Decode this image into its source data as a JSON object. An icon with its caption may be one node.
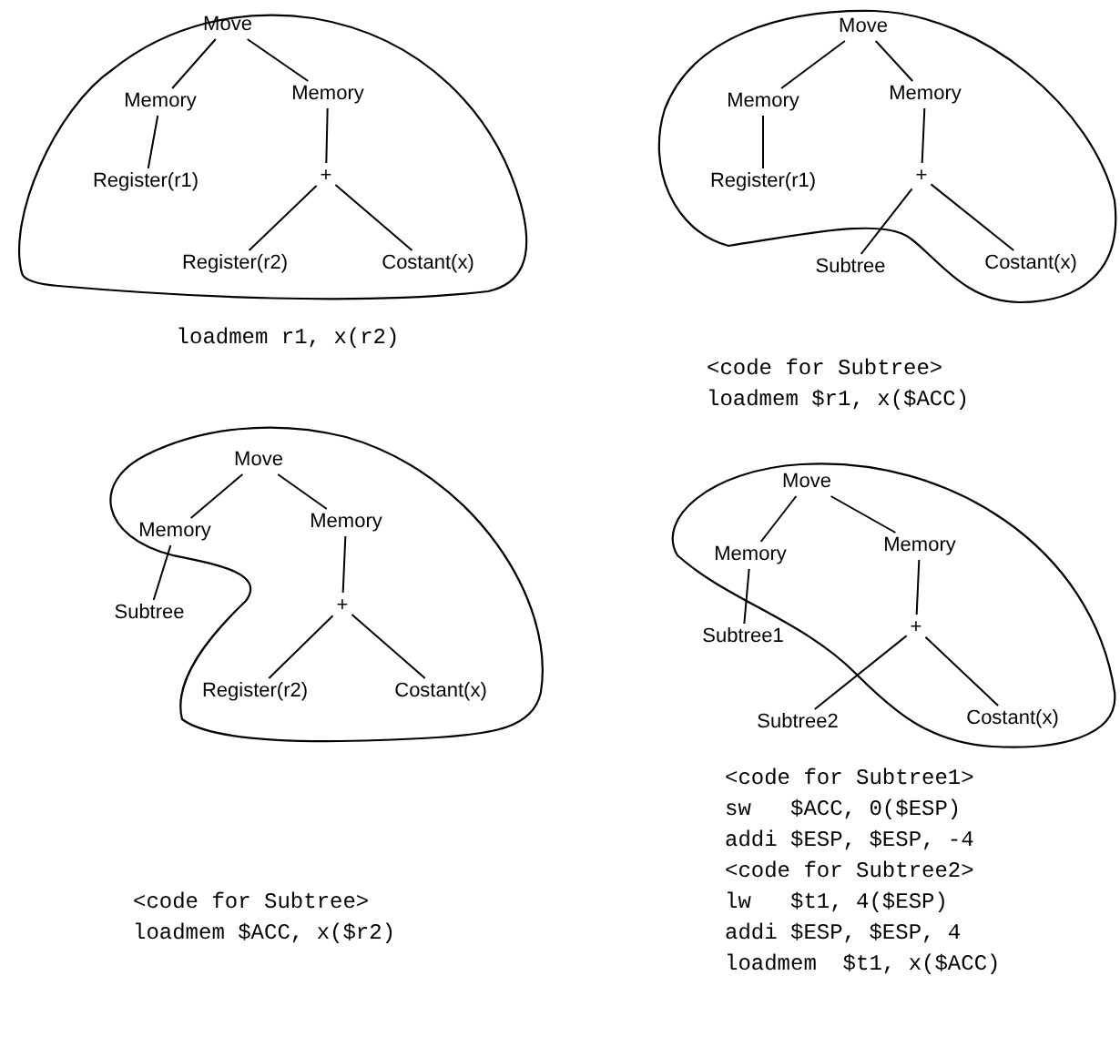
{
  "diagram": {
    "nodes": [
      {
        "text": [
          "Move"
        ]
      },
      {
        "text": [
          "Memory"
        ]
      },
      {
        "text": [
          "Memory"
        ]
      },
      {
        "text": [
          "Register(r1)"
        ]
      },
      {
        "text": [
          "+"
        ]
      },
      {
        "text": [
          "Register(r2)"
        ]
      },
      {
        "text": [
          "Costant(x)"
        ]
      },
      {
        "text": [
          "Move"
        ]
      },
      {
        "text": [
          "Memory"
        ]
      },
      {
        "text": [
          "Memory"
        ]
      },
      {
        "text": [
          "Register(r1)"
        ]
      },
      {
        "text": [
          "+"
        ]
      },
      {
        "text": [
          "Subtree"
        ]
      },
      {
        "text": [
          "Costant(x)"
        ]
      },
      {
        "text": [
          "Move"
        ]
      },
      {
        "text": [
          "Memory"
        ]
      },
      {
        "text": [
          "Memory"
        ]
      },
      {
        "text": [
          "Subtree"
        ]
      },
      {
        "text": [
          "+"
        ]
      },
      {
        "text": [
          "Register(r2)"
        ]
      },
      {
        "text": [
          "Costant(x)"
        ]
      },
      {
        "text": [
          "Move"
        ]
      },
      {
        "text": [
          "Memory"
        ]
      },
      {
        "text": [
          "Memory"
        ]
      },
      {
        "text": [
          "Subtree1"
        ]
      },
      {
        "text": [
          "+"
        ]
      },
      {
        "text": [
          "Subtree2"
        ]
      },
      {
        "text": [
          "Costant(x)"
        ]
      }
    ],
    "edges": [
      {
        "from": 0,
        "to": 1,
        "arrow": "none"
      },
      {
        "from": 0,
        "to": 2,
        "arrow": "none"
      },
      {
        "from": 1,
        "to": 3,
        "arrow": "none"
      },
      {
        "from": 2,
        "to": 4,
        "arrow": "none"
      },
      {
        "from": 4,
        "to": 5,
        "arrow": "none"
      },
      {
        "from": 4,
        "to": 6,
        "arrow": "none"
      },
      {
        "from": 7,
        "to": 8,
        "arrow": "none"
      },
      {
        "from": 7,
        "to": 9,
        "arrow": "none"
      },
      {
        "from": 8,
        "to": 10,
        "arrow": "none"
      },
      {
        "from": 9,
        "to": 11,
        "arrow": "none"
      },
      {
        "from": 11,
        "to": 12,
        "arrow": "none"
      },
      {
        "from": 11,
        "to": 13,
        "arrow": "none"
      },
      {
        "from": 14,
        "to": 15,
        "arrow": "none"
      },
      {
        "from": 14,
        "to": 16,
        "arrow": "none"
      },
      {
        "from": 15,
        "to": 17,
        "arrow": "none"
      },
      {
        "from": 16,
        "to": 18,
        "arrow": "none"
      },
      {
        "from": 18,
        "to": 19,
        "arrow": "none"
      },
      {
        "from": 18,
        "to": 20,
        "arrow": "none"
      },
      {
        "from": 21,
        "to": 22,
        "arrow": "none"
      },
      {
        "from": 21,
        "to": 23,
        "arrow": "none"
      },
      {
        "from": 22,
        "to": 24,
        "arrow": "none"
      },
      {
        "from": 23,
        "to": 25,
        "arrow": "none"
      },
      {
        "from": 25,
        "to": 26,
        "arrow": "none"
      },
      {
        "from": 25,
        "to": 27,
        "arrow": "none"
      }
    ],
    "labels": [
      "loadmem r1, x(r2)",
      "<code for Subtree>",
      "loadmem $r1, x($ACC)",
      "<code for Subtree>",
      "loadmem $ACC, x($r2)",
      "<code for Subtree1>",
      "sw   $ACC, 0($ESP)",
      "addi $ESP, $ESP, -4",
      "<code for Subtree2>",
      "lw   $t1, 4($ESP)",
      "addi $ESP, $ESP, 4",
      "loadmem  $t1, x($ACC)"
    ]
  }
}
